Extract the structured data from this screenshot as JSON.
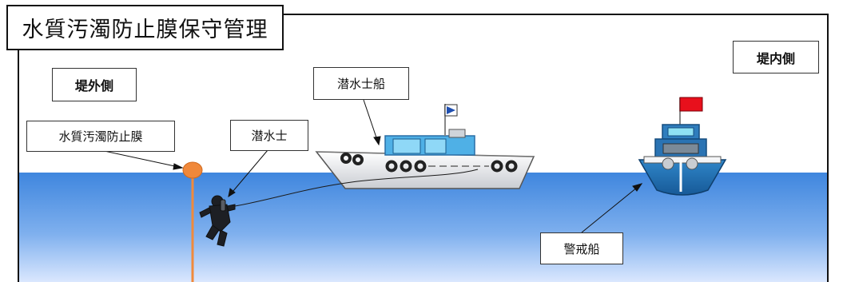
{
  "title": "水質汚濁防止膜保守管理",
  "labels": {
    "outside": "堤外側",
    "inside": "堤内側",
    "diver_boat": "潜水士船",
    "diver": "潜水士",
    "silt_fence": "水質汚濁防止膜",
    "guard_boat": "警戒船"
  },
  "colors": {
    "sea_top": "#4a8ee0",
    "sea_bottom": "#d6e6ff",
    "buoy": "#f0883a",
    "boat_cabin": "#4fb0e6",
    "flag_red": "#e8101c"
  }
}
